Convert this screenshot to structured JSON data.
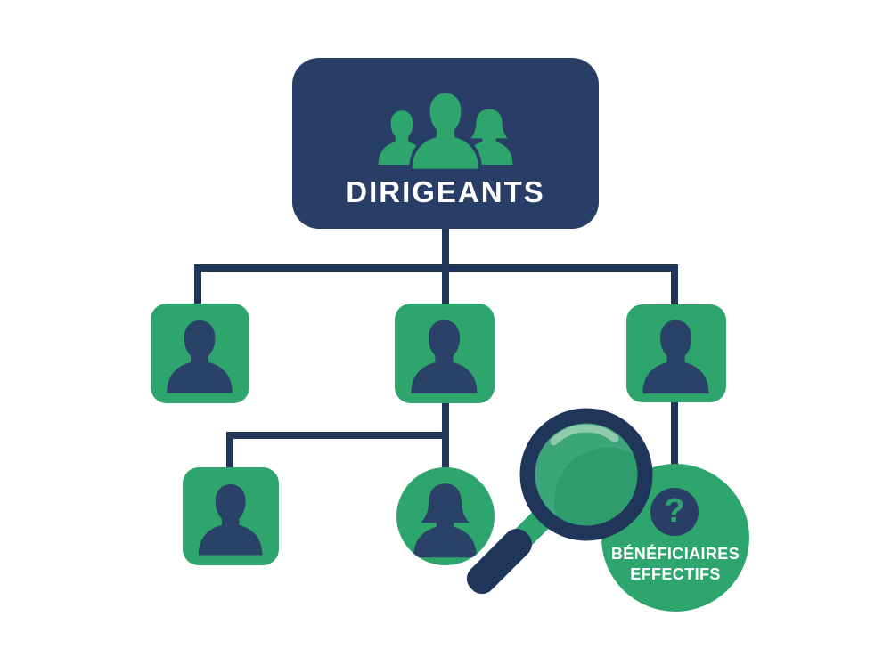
{
  "colors": {
    "background": "#FFFFFF",
    "navy": "#283E66",
    "line_navy": "#20355A",
    "silhouette_navy": "#2A4168",
    "green": "#2EA56C",
    "lens_green": "#3CA57A",
    "lens_shade": "#2F9C6E",
    "lens_highlight": "#8FCBAD",
    "text_white": "#FFFFFF"
  },
  "nodes": {
    "root": {
      "label": "DIRIGEANTS",
      "icon": "people-group-icon"
    },
    "managers": [
      {
        "icon": "person-icon"
      },
      {
        "icon": "person-icon"
      },
      {
        "icon": "person-icon"
      }
    ],
    "sub_level": [
      {
        "icon": "person-icon"
      },
      {
        "icon": "person-female-icon"
      }
    ],
    "beneficiaries": {
      "line1": "BÉNÉFICIAIRES",
      "line2": "EFFECTIFS",
      "badge": "?",
      "icon": "question-mark-icon"
    }
  },
  "magnifier": {
    "icon": "magnifying-glass-icon"
  }
}
